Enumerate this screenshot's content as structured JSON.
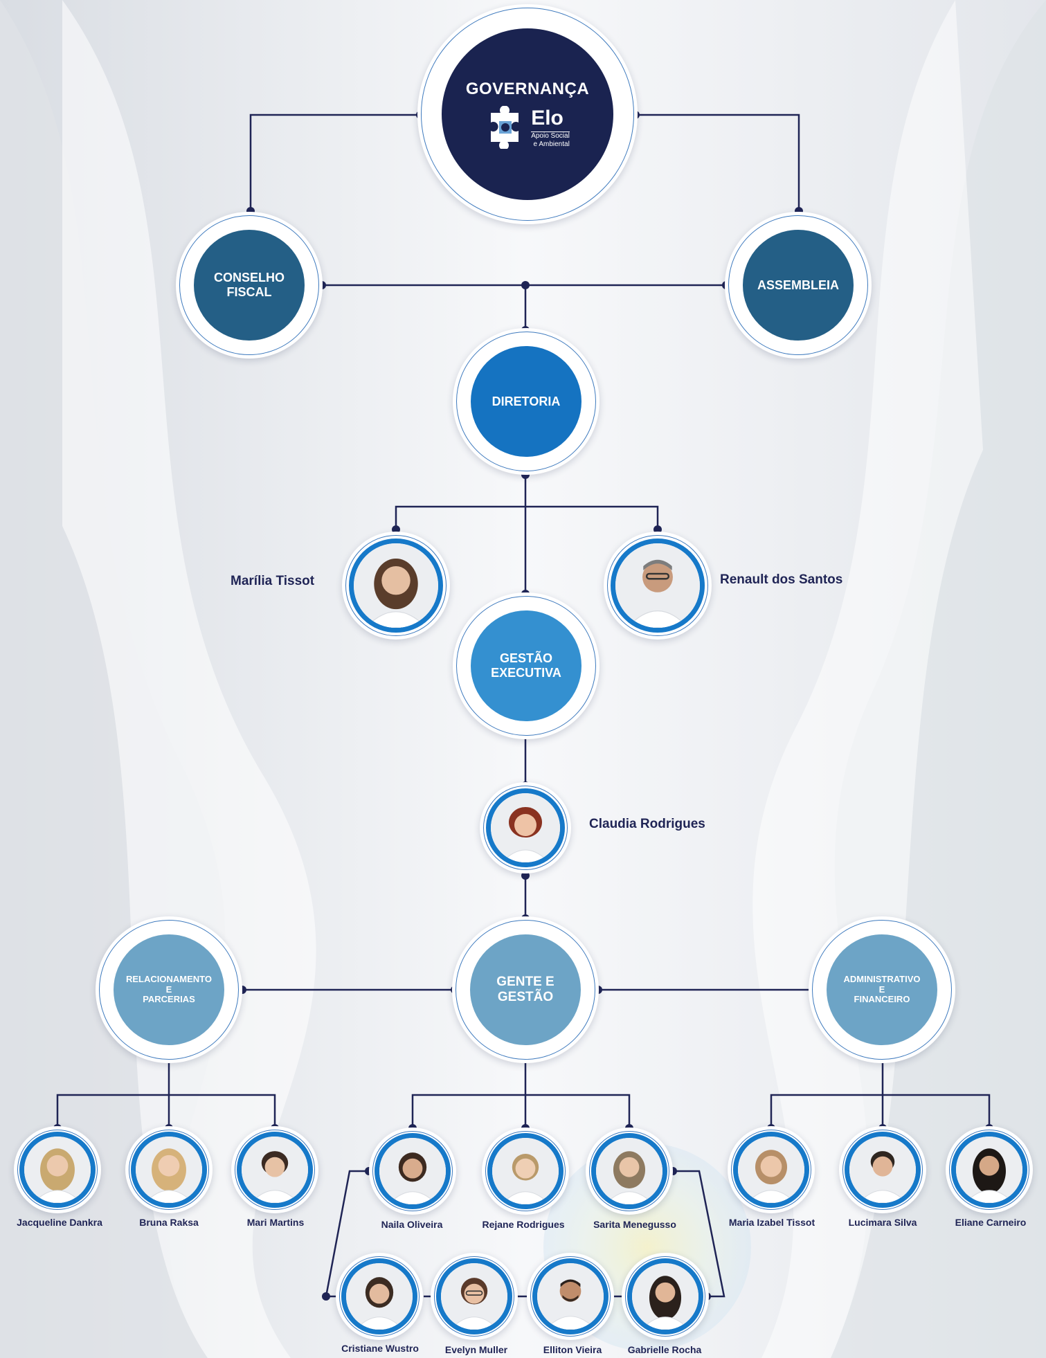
{
  "header": {
    "title": "GOVERNANÇA",
    "logo_name": "Elo",
    "logo_tagline_1": "Apoio Social",
    "logo_tagline_2": "e Ambiental"
  },
  "bodies": {
    "conselho_1": "CONSELHO",
    "conselho_2": "FISCAL",
    "assembleia": "ASSEMBLEIA",
    "diretoria": "DIRETORIA",
    "gestao_1": "GESTÃO",
    "gestao_2": "EXECUTIVA",
    "gente_1": "GENTE E",
    "gente_2": "GESTÃO",
    "rel_1": "RELACIONAMENTO",
    "rel_2": "E",
    "rel_3": "PARCERIAS",
    "adm_1": "ADMINISTRATIVO",
    "adm_2": "E",
    "adm_3": "FINANCEIRO"
  },
  "people": {
    "marilia": "Marília Tissot",
    "renault": "Renault dos Santos",
    "claudia": "Claudia Rodrigues",
    "jacqueline": "Jacqueline Dankra",
    "bruna": "Bruna Raksa",
    "mari": "Mari Martins",
    "naila": "Naila Oliveira",
    "rejane": "Rejane Rodrigues",
    "sarita": "Sarita Menegusso",
    "maria_izabel": "Maria Izabel Tissot",
    "lucimara": "Lucimara Silva",
    "eliane": "Eliane Carneiro",
    "cristiane": "Cristiane Wustro",
    "evelyn": "Evelyn Muller",
    "elliton": "Elliton Vieira",
    "gabrielle": "Gabrielle Rocha"
  },
  "colors": {
    "navy": "#1a2350",
    "governance_blue": "#245f86",
    "diretoria_blue": "#1573c1",
    "gestao_blue": "#3490d0",
    "dept_blue": "#6da4c6",
    "photo_ring": "#1679c9",
    "wire": "#1f2455"
  }
}
